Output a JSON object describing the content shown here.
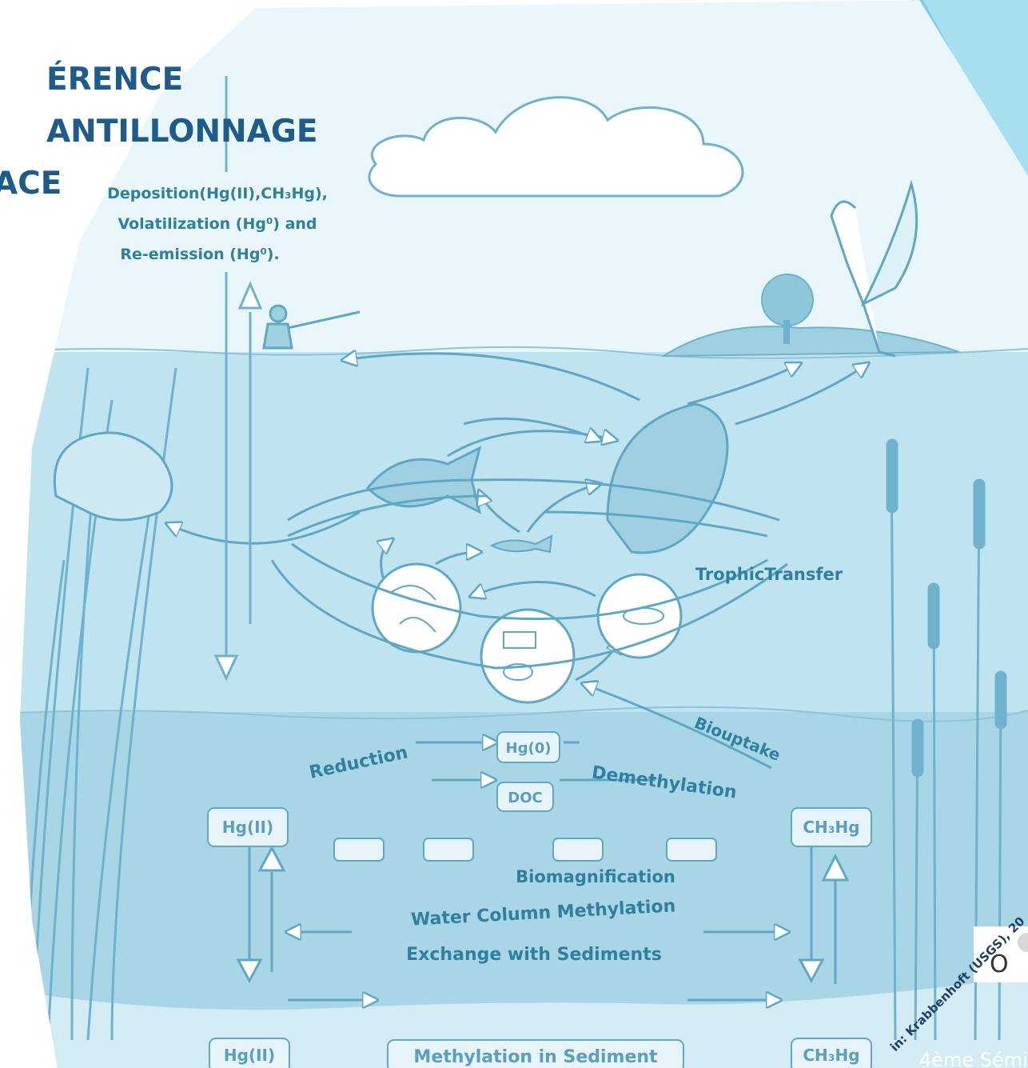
{
  "slide": {
    "title_lines": [
      "ÉRENCE",
      "ANTILLONNAGE",
      "ACE"
    ],
    "footer_text": "4ème Sémi",
    "logo_letter": "O",
    "credit": "in: Krabbenhoft (USGS), 20"
  },
  "diagram": {
    "atmosphere_label_lines": [
      "Deposition(Hg(II),CH₃Hg),",
      "Volatilization (Hg⁰) and",
      "Re-emission (Hg⁰)."
    ],
    "trophic_transfer": "TrophicTransfer",
    "biouptake": "Biouptake",
    "reduction": "Reduction",
    "demethylation": "Demethylation",
    "biomagnification": "Biomagnification",
    "water_column_methylation": "Water Column Methylation",
    "exchange_with_sediments": "Exchange with Sediments",
    "methylation_in_sediment": "Methylation in Sediment",
    "boxes": {
      "hg0": "Hg(0)",
      "doc": "DOC",
      "hg2_water": "Hg(II)",
      "ch3hg_water": "CH₃Hg",
      "hg2_sediment": "Hg(II)",
      "ch3hg_sediment": "CH₃Hg"
    }
  },
  "colors": {
    "sky": "#e9f6fb",
    "water_upper": "#bfe3ef",
    "water_lower": "#a9d6e6",
    "ink": "#5ea8c6",
    "box_fill": "#e6f4f9",
    "title": "#1d5c8a",
    "accent_panel": "#7fcde8"
  }
}
